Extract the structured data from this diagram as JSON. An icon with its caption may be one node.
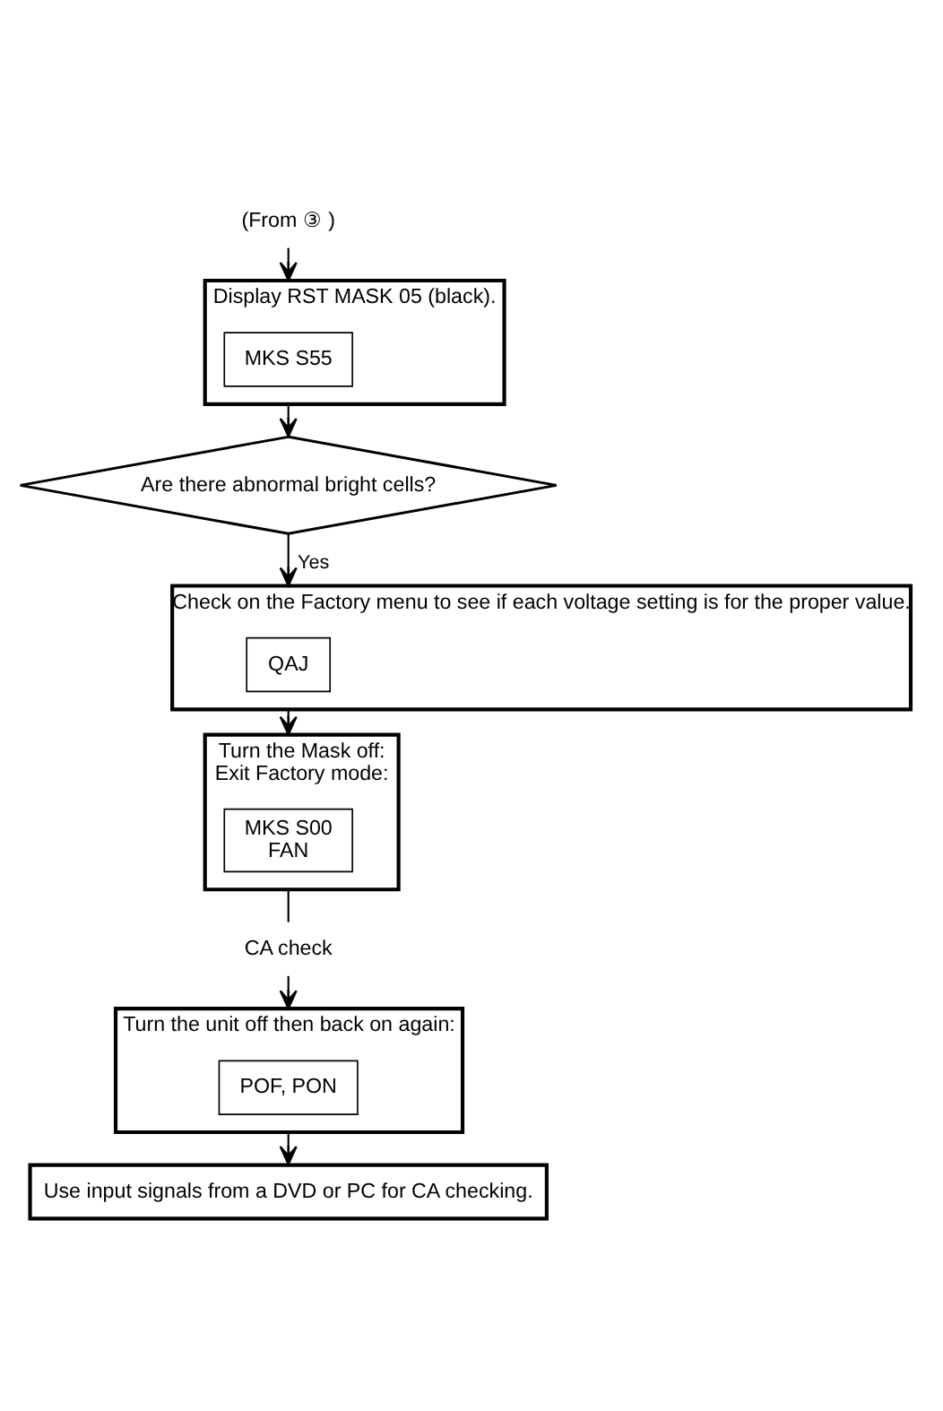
{
  "diagram": {
    "nodes": [
      {
        "text": [
          "(From ③ )"
        ]
      },
      {
        "text": [
          "Display RST MASK 05 (black)."
        ]
      },
      {
        "text": [
          "MKS S55"
        ],
        "in": 1
      },
      {
        "text": [
          "Are there abnormal bright cells?"
        ]
      },
      {
        "text": [
          "Check on the Factory menu to see if each voltage setting is for the proper value."
        ]
      },
      {
        "text": [
          "QAJ"
        ],
        "in": 4
      },
      {
        "text": [
          "Turn the Mask off:",
          "Exit Factory mode:"
        ]
      },
      {
        "text": [
          "MKS S00",
          "FAN"
        ],
        "in": 6
      },
      {
        "text": [
          "CA check"
        ]
      },
      {
        "text": [
          "Turn the unit off then back on again:"
        ]
      },
      {
        "text": [
          "POF, PON"
        ],
        "in": 9
      },
      {
        "text": [
          "Use input signals from a DVD or PC for CA checking."
        ]
      }
    ],
    "edges": [
      {
        "from": 0,
        "to": 1,
        "arrow": "to"
      },
      {
        "from": 1,
        "to": 3,
        "arrow": "to"
      },
      {
        "from": 3,
        "to": 4,
        "arrow": "to",
        "label": "Yes"
      },
      {
        "from": 4,
        "to": 6,
        "arrow": "to"
      },
      {
        "from": 6,
        "to": 8,
        "arrow": "none"
      },
      {
        "from": 8,
        "to": 9,
        "arrow": "to"
      },
      {
        "from": 9,
        "to": 11,
        "arrow": "to"
      }
    ]
  }
}
